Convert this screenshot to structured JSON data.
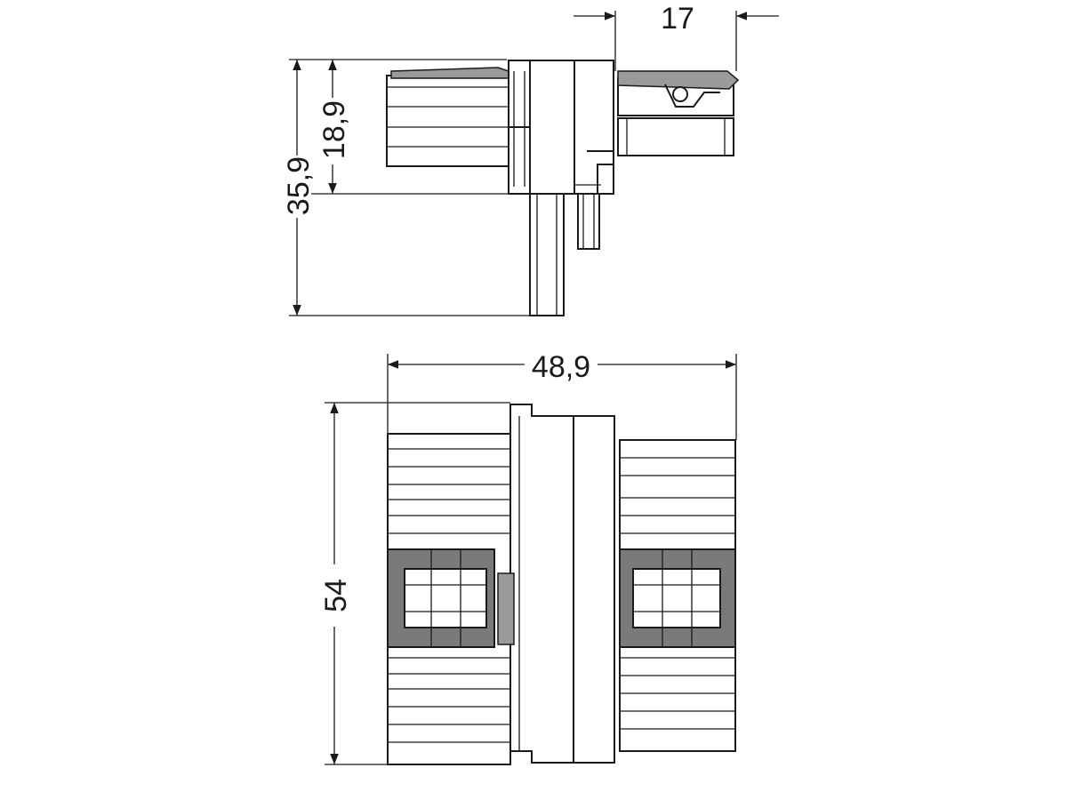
{
  "dimensions": {
    "side_view": {
      "overhang": "17",
      "body_height": "18,9",
      "total_height": "35,9"
    },
    "top_view": {
      "width": "48,9",
      "height": "54"
    }
  },
  "colors": {
    "line": "#1a1a1a",
    "latch_grey": "#7a7a7a",
    "background": "#ffffff"
  }
}
